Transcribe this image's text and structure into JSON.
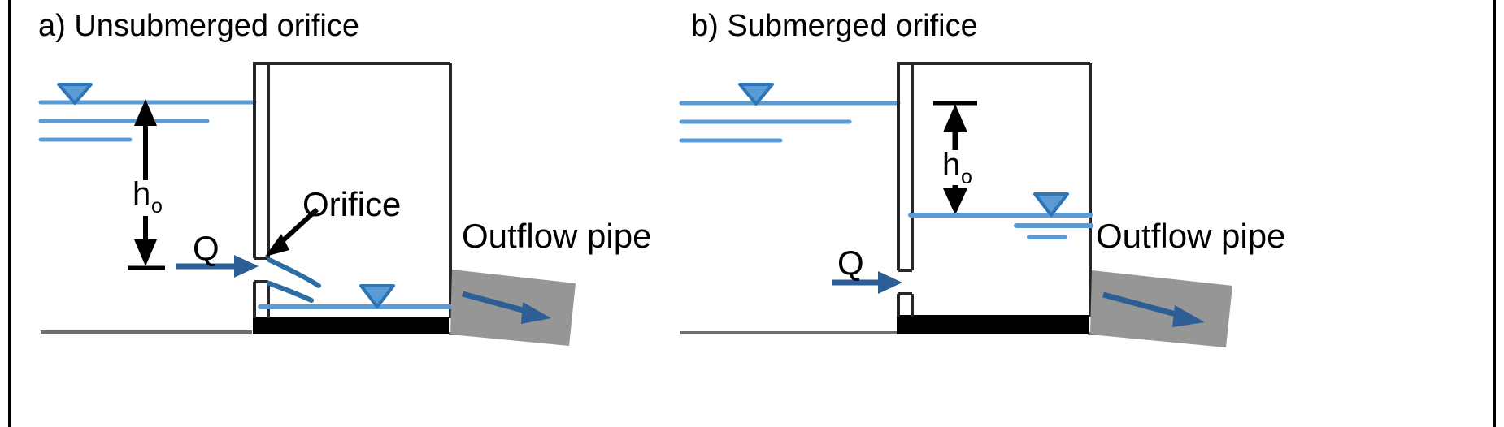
{
  "figure": {
    "type": "engineering-schematic",
    "description": "Two-panel hydraulic schematic comparing unsubmerged and submerged orifice flow into a structure with an outflow pipe",
    "colors": {
      "water_line": "#5B9BD5",
      "water_triangle_fill": "#5B9BD5",
      "water_triangle_edge": "#2E75B6",
      "flow_arrow": "#2E5E96",
      "jet_curve": "#2E6DA4",
      "structure_outline": "#262626",
      "base_fill": "#000000",
      "pipe_fill": "#969696",
      "ground_line": "#6E6E6E",
      "text": "#000000",
      "background": "#FFFFFF"
    }
  },
  "panels": [
    {
      "id": "panel-a",
      "title": "a) Unsubmerged orifice",
      "labels": {
        "head": "h",
        "head_sub": "o",
        "discharge": "Q",
        "orifice": "Orifice",
        "outflow_pipe": "Outflow pipe"
      },
      "upstream_water_lines": 3,
      "downstream_water_lines": 1,
      "has_orifice_callout": true,
      "has_free_jet": true,
      "head_arrow": "double-headed-vertical-outside-tank"
    },
    {
      "id": "panel-b",
      "title": "b) Submerged orifice",
      "labels": {
        "head": "h",
        "head_sub": "o",
        "discharge": "Q",
        "outflow_pipe": "Outflow pipe"
      },
      "upstream_water_lines": 3,
      "downstream_water_lines": 3,
      "has_orifice_callout": false,
      "has_free_jet": false,
      "head_arrow": "double-headed-vertical-inside-tank"
    }
  ]
}
